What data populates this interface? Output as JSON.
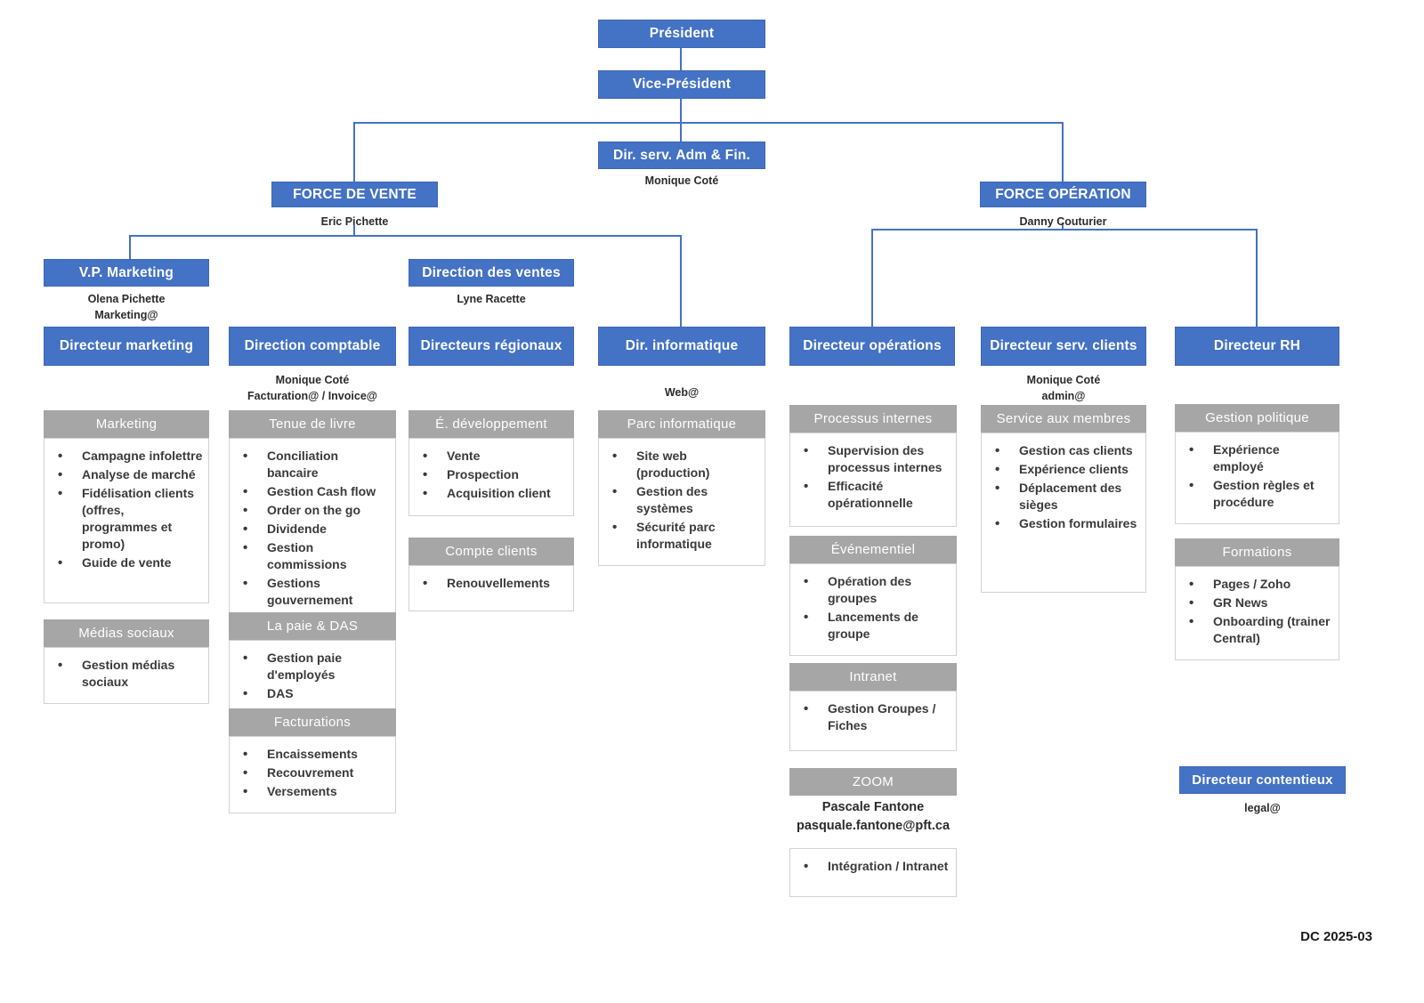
{
  "colors": {
    "accent_blue": "#4472C4",
    "header_gray": "#A6A6A6",
    "text_dark": "#3a3a3a"
  },
  "nodes": {
    "president": {
      "label": "Président"
    },
    "vice_president": {
      "label": "Vice-Président"
    },
    "adm_fin": {
      "label": "Dir. serv. Adm & Fin.",
      "person": "Monique Coté"
    },
    "force_de_vente": {
      "label": "FORCE DE VENTE",
      "person": "Eric Pichette"
    },
    "force_operation": {
      "label": "FORCE OPÉRATION",
      "person": "Danny Couturier"
    },
    "vp_marketing": {
      "label": "V.P. Marketing",
      "person": "Olena Pichette\nMarketing@"
    },
    "direction_ventes": {
      "label": "Direction des ventes",
      "person": "Lyne Racette"
    },
    "directeur_marketing": {
      "label": "Directeur marketing"
    },
    "direction_comptable": {
      "label": "Direction comptable",
      "person": "Monique Coté\nFacturation@ / Invoice@"
    },
    "directeurs_regionaux": {
      "label": "Directeurs régionaux"
    },
    "dir_informatique": {
      "label": "Dir. informatique",
      "person": "Web@"
    },
    "directeur_operations": {
      "label": "Directeur opérations"
    },
    "directeur_serv_clients": {
      "label": "Directeur serv. clients",
      "person": "Monique Coté\nadmin@"
    },
    "directeur_rh": {
      "label": "Directeur RH"
    },
    "directeur_contentieux": {
      "label": "Directeur contentieux",
      "person": "legal@"
    }
  },
  "sections": {
    "marketing": {
      "title": "Marketing",
      "items": [
        "Campagne infolettre",
        "Analyse de marché",
        "Fidélisation clients (offres, programmes et promo)",
        "Guide de vente"
      ]
    },
    "medias_sociaux": {
      "title": "Médias sociaux",
      "items": [
        "Gestion médias sociaux"
      ]
    },
    "tenue_de_livre": {
      "title": "Tenue de livre",
      "items": [
        "Conciliation bancaire",
        "Gestion Cash flow",
        "Order on the go",
        "Dividende",
        "Gestion commissions",
        "Gestions gouvernement"
      ]
    },
    "la_paie_das": {
      "title": "La paie & DAS",
      "items": [
        "Gestion paie d'employés",
        "DAS"
      ]
    },
    "facturations": {
      "title": "Facturations",
      "items": [
        "Encaissements",
        "Recouvrement",
        "Versements"
      ]
    },
    "e_developpement": {
      "title": "É. développement",
      "items": [
        "Vente",
        "Prospection",
        "Acquisition client"
      ]
    },
    "compte_clients": {
      "title": "Compte clients",
      "items": [
        "Renouvellements"
      ]
    },
    "parc_informatique": {
      "title": "Parc informatique",
      "items": [
        "Site web (production)",
        "Gestion des systèmes",
        "Sécurité parc informatique"
      ]
    },
    "processus_internes": {
      "title": "Processus internes",
      "items": [
        "Supervision des processus internes",
        "Efficacité opérationnelle"
      ]
    },
    "evenementiel": {
      "title": "Événementiel",
      "items": [
        "Opération des groupes",
        "Lancements de groupe"
      ]
    },
    "intranet": {
      "title": "Intranet",
      "items": [
        "Gestion Groupes / Fiches"
      ]
    },
    "zoom": {
      "title": "ZOOM",
      "contact": "Pascale Fantone\npasquale.fantone@pft.ca",
      "items": [
        "Intégration / Intranet"
      ]
    },
    "service_aux_membres": {
      "title": "Service aux membres",
      "items": [
        "Gestion cas clients",
        "Expérience clients",
        "Déplacement des sièges",
        "Gestion formulaires"
      ]
    },
    "gestion_politique": {
      "title": "Gestion politique",
      "items": [
        "Expérience employé",
        "Gestion règles et procédure"
      ]
    },
    "formations": {
      "title": "Formations",
      "items": [
        "Pages / Zoho",
        "GR News",
        "Onboarding (trainer Central)"
      ]
    }
  },
  "footer": {
    "version": "DC 2025-03"
  }
}
